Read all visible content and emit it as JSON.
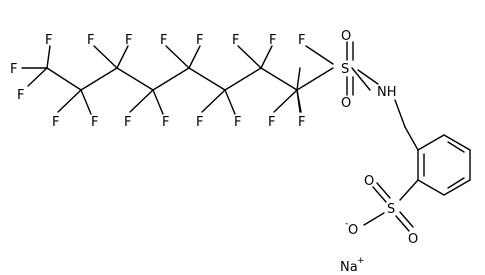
{
  "molecule": {
    "atoms": {
      "fluorine": "F",
      "sulfur": "S",
      "oxygen": "O",
      "nh": "NH",
      "sodium": "Na",
      "plus": "+",
      "minus": "-"
    },
    "colors": {
      "line": "#000000",
      "background": "#ffffff"
    }
  }
}
